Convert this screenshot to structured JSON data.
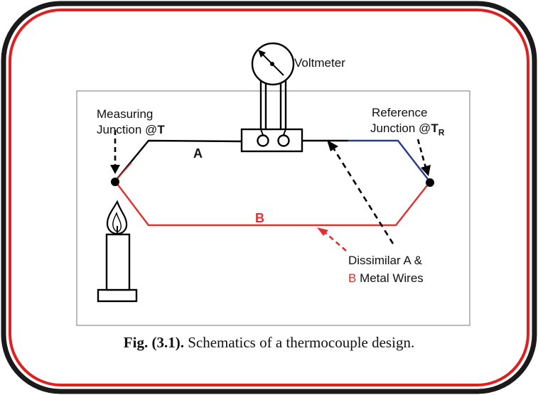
{
  "labels": {
    "voltmeter": "Voltmeter",
    "measuring_line1": "Measuring",
    "measuring_line2": "Junction @",
    "measuring_temp": "T",
    "reference_line1": "Reference",
    "reference_line2": "Junction @",
    "reference_temp": "T",
    "reference_temp_sub": "R",
    "wire_a": "A",
    "wire_b": "B",
    "dissimilar_line1": "Dissimilar A &",
    "dissimilar_b": "B",
    "dissimilar_line2_rest": " Metal Wires"
  },
  "caption": {
    "prefix": "Fig. (3.1).",
    "text": " Schematics of a thermocouple design."
  },
  "colors": {
    "frame_outer": "#1a1a1a",
    "frame_inner": "#e02020",
    "wire_a": "#000000",
    "wire_a_reference_side": "#2b3a8c",
    "wire_b": "#e03030"
  }
}
